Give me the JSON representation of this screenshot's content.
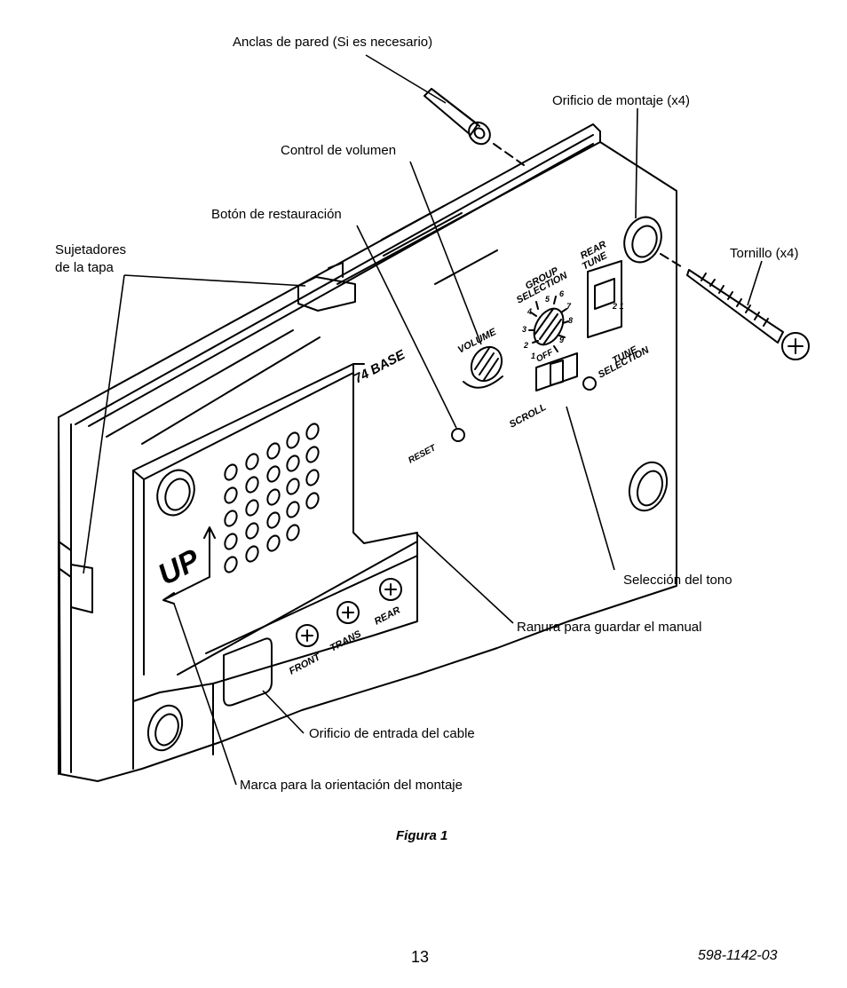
{
  "callouts": {
    "wall_anchors": "Anclas de pared (Si es necesario)",
    "mounting_hole": "Orificio de montaje (x4)",
    "volume_control": "Control de volumen",
    "reset_button": "Botón de restauración",
    "cover_fasteners_line1": "Sujetadores",
    "cover_fasteners_line2": "de la tapa",
    "screw": "Tornillo (x4)",
    "tune_selection": "Selección del tono",
    "manual_slot": "Ranura para guardar el manual",
    "cable_hole": "Orificio de entrada del cable",
    "orientation_mark": "Marca para la orientación del montaje"
  },
  "device_labels": {
    "base": "74 BASE",
    "volume": "VOLUME",
    "reset": "RESET",
    "group_selection_1": "GROUP",
    "group_selection_2": "SELECTION",
    "rear_tune_1": "REAR",
    "rear_tune_2": "TUNE",
    "tune_selection_1": "TUNE",
    "tune_selection_2": "SELECTION",
    "scroll": "SCROLL",
    "off": "OFF",
    "dial_numbers": [
      "1",
      "2",
      "3",
      "4",
      "5",
      "6",
      "7",
      "8",
      "9"
    ],
    "switch_positions": "2 1",
    "up": "UP",
    "front": "FRONT",
    "trans": "TRANS",
    "rear": "REAR"
  },
  "caption": "Figura 1",
  "page_number": "13",
  "doc_number": "598-1142-03"
}
